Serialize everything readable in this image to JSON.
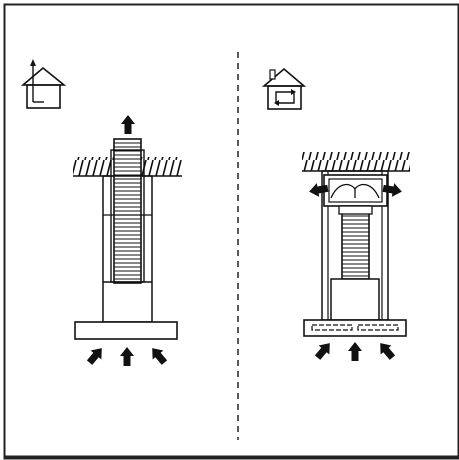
{
  "diagram": {
    "panels": [
      {
        "id": "ducted",
        "mode": "extraction-outside",
        "icon": "house-exhaust-up-icon"
      },
      {
        "id": "recirculating",
        "mode": "recirculation",
        "icon": "house-recirculate-icon"
      }
    ],
    "colors": {
      "line": "#111111",
      "background": "#ffffff",
      "divider": "#222222"
    }
  }
}
